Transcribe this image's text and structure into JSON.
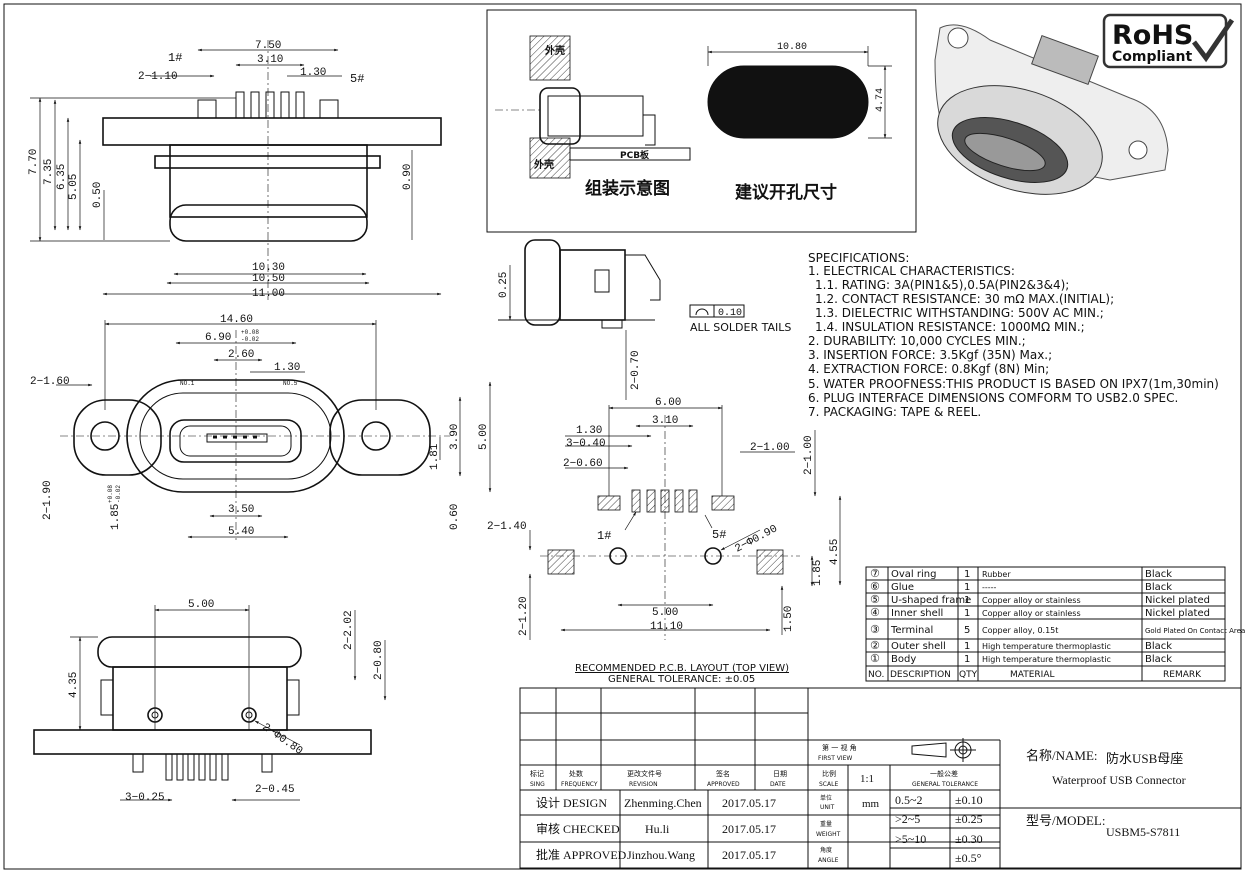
{
  "drawing": {
    "assembly_title": "组装示意图",
    "hole_title": "建议开孔尺寸",
    "outer_shell_top": "外壳",
    "outer_shell_bottom": "外壳",
    "pcb_label": "PCB板",
    "hole_width": "10.80",
    "hole_height": "4.74",
    "solder_tails_label": "ALL SOLDER TAILS",
    "flatness": "0.10",
    "pcb_layout_title": "RECOMMENDED P.C.B. LAYOUT (TOP VIEW)",
    "pcb_tolerance": "GENERAL TOLERANCE: ±0.05",
    "pin1": "1#",
    "pin5": "5#",
    "no1": "NO.1",
    "no5": "NO.5"
  },
  "dims": {
    "top_750": "7.50",
    "top_310": "3.10",
    "top_130": "1.30",
    "top_2110": "2−1.10",
    "h_770": "7.70",
    "h_735": "7.35",
    "h_635": "6.35",
    "h_505": "5.05",
    "h_050": "0.50",
    "h_090": "0.90",
    "w_1030": "10.30",
    "w_1050": "10.50",
    "w_1100": "11.00",
    "f_1460": "14.60",
    "f_690": "6.90",
    "f_690tol_up": "+0.08",
    "f_690tol_dn": "-0.02",
    "f_260": "2.60",
    "f_130": "1.30",
    "f_2160": "2−1.60",
    "f_390": "3.90",
    "f_500": "5.00",
    "f_181": "1.81",
    "f_2190": "2−1.90",
    "f_185": "1.85",
    "f_185tol_up": "+0.08",
    "f_185tol_dn": "-0.02",
    "f_350": "3.50",
    "f_540": "5.40",
    "f_060": "0.60",
    "s_025": "0.25",
    "s_2070": "2−0.70",
    "b_500": "5.00",
    "b_435": "4.35",
    "b_2202": "2−2.02",
    "b_2080": "2−0.80",
    "b_2080d": "2−Φ0.80",
    "b_3025": "3−0.25",
    "b_2045": "2−0.45",
    "p_600": "6.00",
    "p_130": "1.30",
    "p_310": "3.10",
    "p_3040": "3−0.40",
    "p_2060": "2−0.60",
    "p_2100": "2−1.00",
    "p_2100v": "2−1.00",
    "p_2140": "2−1.40",
    "p_2090": "2−Φ0.90",
    "p_455": "4.55",
    "p_185": "1.85",
    "p_2120": "2−1.20",
    "p_500": "5.00",
    "p_1110": "11.10",
    "p_150": "1.50"
  },
  "specs": {
    "title": "SPECIFICATIONS:",
    "lines": [
      "1. ELECTRICAL CHARACTERISTICS:",
      "  1.1. RATING: 3A(PIN1&5),0.5A(PIN2&3&4);",
      "  1.2. CONTACT RESISTANCE: 30 mΩ MAX.(INITIAL);",
      "  1.3. DIELECTRIC WITHSTANDING: 500V AC MIN.;",
      "  1.4. INSULATION RESISTANCE: 1000MΩ MIN.;",
      "2. DURABILITY: 10,000 CYCLES MIN.;",
      "3. INSERTION FORCE: 3.5Kgf (35N) Max.;",
      "4. EXTRACTION FORCE: 0.8Kgf (8N) Min;",
      "5. WATER PROOFNESS:THIS PRODUCT IS BASED ON IPX7(1m,30min)",
      "6. PLUG INTERFACE DIMENSIONS COMFORM TO USB2.0 SPEC.",
      "7. PACKAGING: TAPE & REEL."
    ]
  },
  "bom": {
    "header": [
      "NO.",
      "DESCRIPTION",
      "QTY",
      "MATERIAL",
      "REMARK"
    ],
    "rows": [
      {
        "no": "⑦",
        "desc": "Oval ring",
        "qty": "1",
        "material": "Rubber",
        "remark": "Black"
      },
      {
        "no": "⑥",
        "desc": "Glue",
        "qty": "1",
        "material": "-----",
        "remark": "Black"
      },
      {
        "no": "⑤",
        "desc": "U-shaped frame",
        "qty": "1",
        "material": "Copper alloy or stainless",
        "remark": "Nickel plated"
      },
      {
        "no": "④",
        "desc": "Inner shell",
        "qty": "1",
        "material": "Copper alloy or stainless",
        "remark": "Nickel plated"
      },
      {
        "no": "③",
        "desc": "Terminal",
        "qty": "5",
        "material": "Copper alloy, 0.15t",
        "remark": "Gold Plated On Contact Area."
      },
      {
        "no": "②",
        "desc": "Outer shell",
        "qty": "1",
        "material": "High temperature thermoplastic",
        "remark": "Black"
      },
      {
        "no": "①",
        "desc": "Body",
        "qty": "1",
        "material": "High temperature thermoplastic",
        "remark": "Black"
      }
    ]
  },
  "title_block": {
    "col_sign": "标记",
    "col_sign_en": "SING",
    "col_freq": "处数",
    "col_freq_en": "FREQUENCY",
    "col_rev": "更改文件号",
    "col_rev_en": "REVISION",
    "col_appr": "签名",
    "col_appr_en": "APPROVED",
    "col_date": "日期",
    "col_date_en": "DATE",
    "col_scale": "比例",
    "col_scale_en": "SCALE",
    "scale": "1:1",
    "first_view": "第 一 视 角",
    "first_view_en": "FIRST VIEW",
    "gen_tol": "一般公差",
    "gen_tol_en": "GENERAL TOLERANCE",
    "unit_cn": "单位",
    "unit_en": "UNIT",
    "unit": "mm",
    "weight_cn": "重量",
    "weight_en": "WEIGHT",
    "angle_cn": "角度",
    "angle_en": "ANGLE",
    "design": "设计 DESIGN",
    "design_name": "Zhenming.Chen",
    "design_date": "2017.05.17",
    "checked": "审核 CHECKED",
    "checked_name": "Hu.li",
    "checked_date": "2017.05.17",
    "approved": "批准 APPROVED",
    "approved_name": "Jinzhou.Wang",
    "approved_date": "2017.05.17",
    "tol": [
      {
        "range": "0.5~2",
        "val": "±0.10"
      },
      {
        "range": ">2~5",
        "val": "±0.25"
      },
      {
        "range": ">5~10",
        "val": "±0.30"
      },
      {
        "range": "",
        "val": "±0.5°"
      }
    ],
    "name_label": "名称/NAME:",
    "name_cn": "防水USB母座",
    "name_en": "Waterproof USB Connector",
    "model_label": "型号/MODEL:",
    "model": "USBM5-S7811"
  },
  "rohs": {
    "line1": "RoHS",
    "line2": "Compliant"
  }
}
